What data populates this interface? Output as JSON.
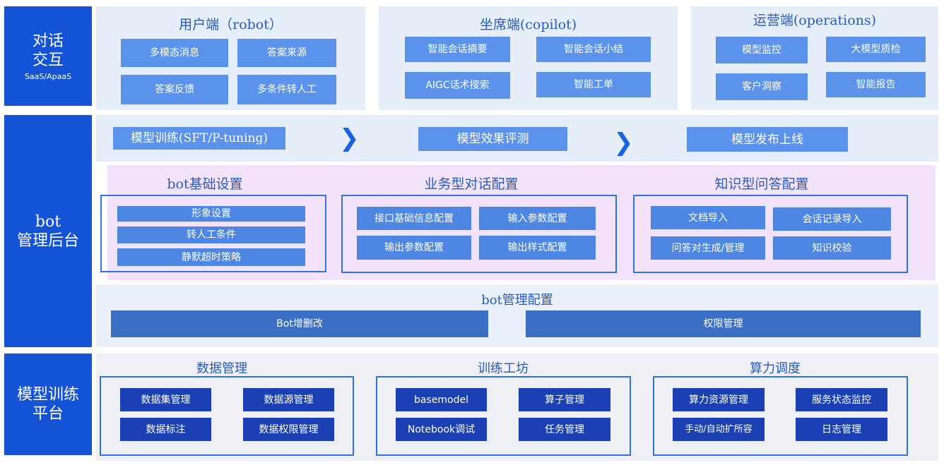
{
  "dialog": {
    "side": {
      "title_line1": "对话",
      "title_line2": "交互",
      "subtitle": "SaaS/ApaaS"
    },
    "user": {
      "title": "用户端（robot）",
      "items": [
        "多模态消息",
        "答案来源",
        "答案反馈",
        "多条件转人工"
      ]
    },
    "seat": {
      "title": "坐席端(copilot)",
      "items": [
        "智能会话摘要",
        "智能会话小结",
        "AIGC话术搜索",
        "智能工单"
      ]
    },
    "ops": {
      "title": "运营端(operations)",
      "items": [
        "模型监控",
        "大模型质检",
        "客户洞察",
        "智能报告"
      ]
    }
  },
  "bot": {
    "side": {
      "title_line1": "bot",
      "title_line2": "管理后台"
    },
    "pipeline": {
      "step1": "模型训练(SFT/P-tuning)",
      "arrow": "❯",
      "step2": "模型效果评测",
      "step3": "模型发布上线"
    },
    "basic": {
      "title": "bot基础设置",
      "items": [
        "形象设置",
        "转人工条件",
        "静默超时策略"
      ]
    },
    "business": {
      "title": "业务型对话配置",
      "items": [
        "接口基础信息配置",
        "输入参数配置",
        "输出参数配置",
        "输出样式配置"
      ]
    },
    "knowledge": {
      "title": "知识型问答配置",
      "items": [
        "文档导入",
        "会话记录导入",
        "问答对生成/管理",
        "知识校验"
      ]
    },
    "mgmt": {
      "title": "bot管理配置",
      "items": [
        "Bot增删改",
        "权限管理"
      ]
    }
  },
  "train": {
    "side": {
      "title_line1": "模型训练",
      "title_line2": "平台"
    },
    "data": {
      "title": "数据管理",
      "items": [
        "数据集管理",
        "数据源管理",
        "数据标注",
        "数据权限管理"
      ]
    },
    "workshop": {
      "title": "训练工坊",
      "items": [
        "basemodel",
        "算子管理",
        "Notebook调试",
        "任务管理"
      ]
    },
    "compute": {
      "title": "算力调度",
      "items": [
        "算力资源管理",
        "服务状态监控",
        "手动/自动扩所容",
        "日志管理"
      ]
    }
  },
  "colors": {
    "side": "#1553d6",
    "panel": "#e6eef9",
    "button_light": "#5b93ec",
    "button_dark": "#1a40b3",
    "accent_pink": "#f2e3fb"
  }
}
